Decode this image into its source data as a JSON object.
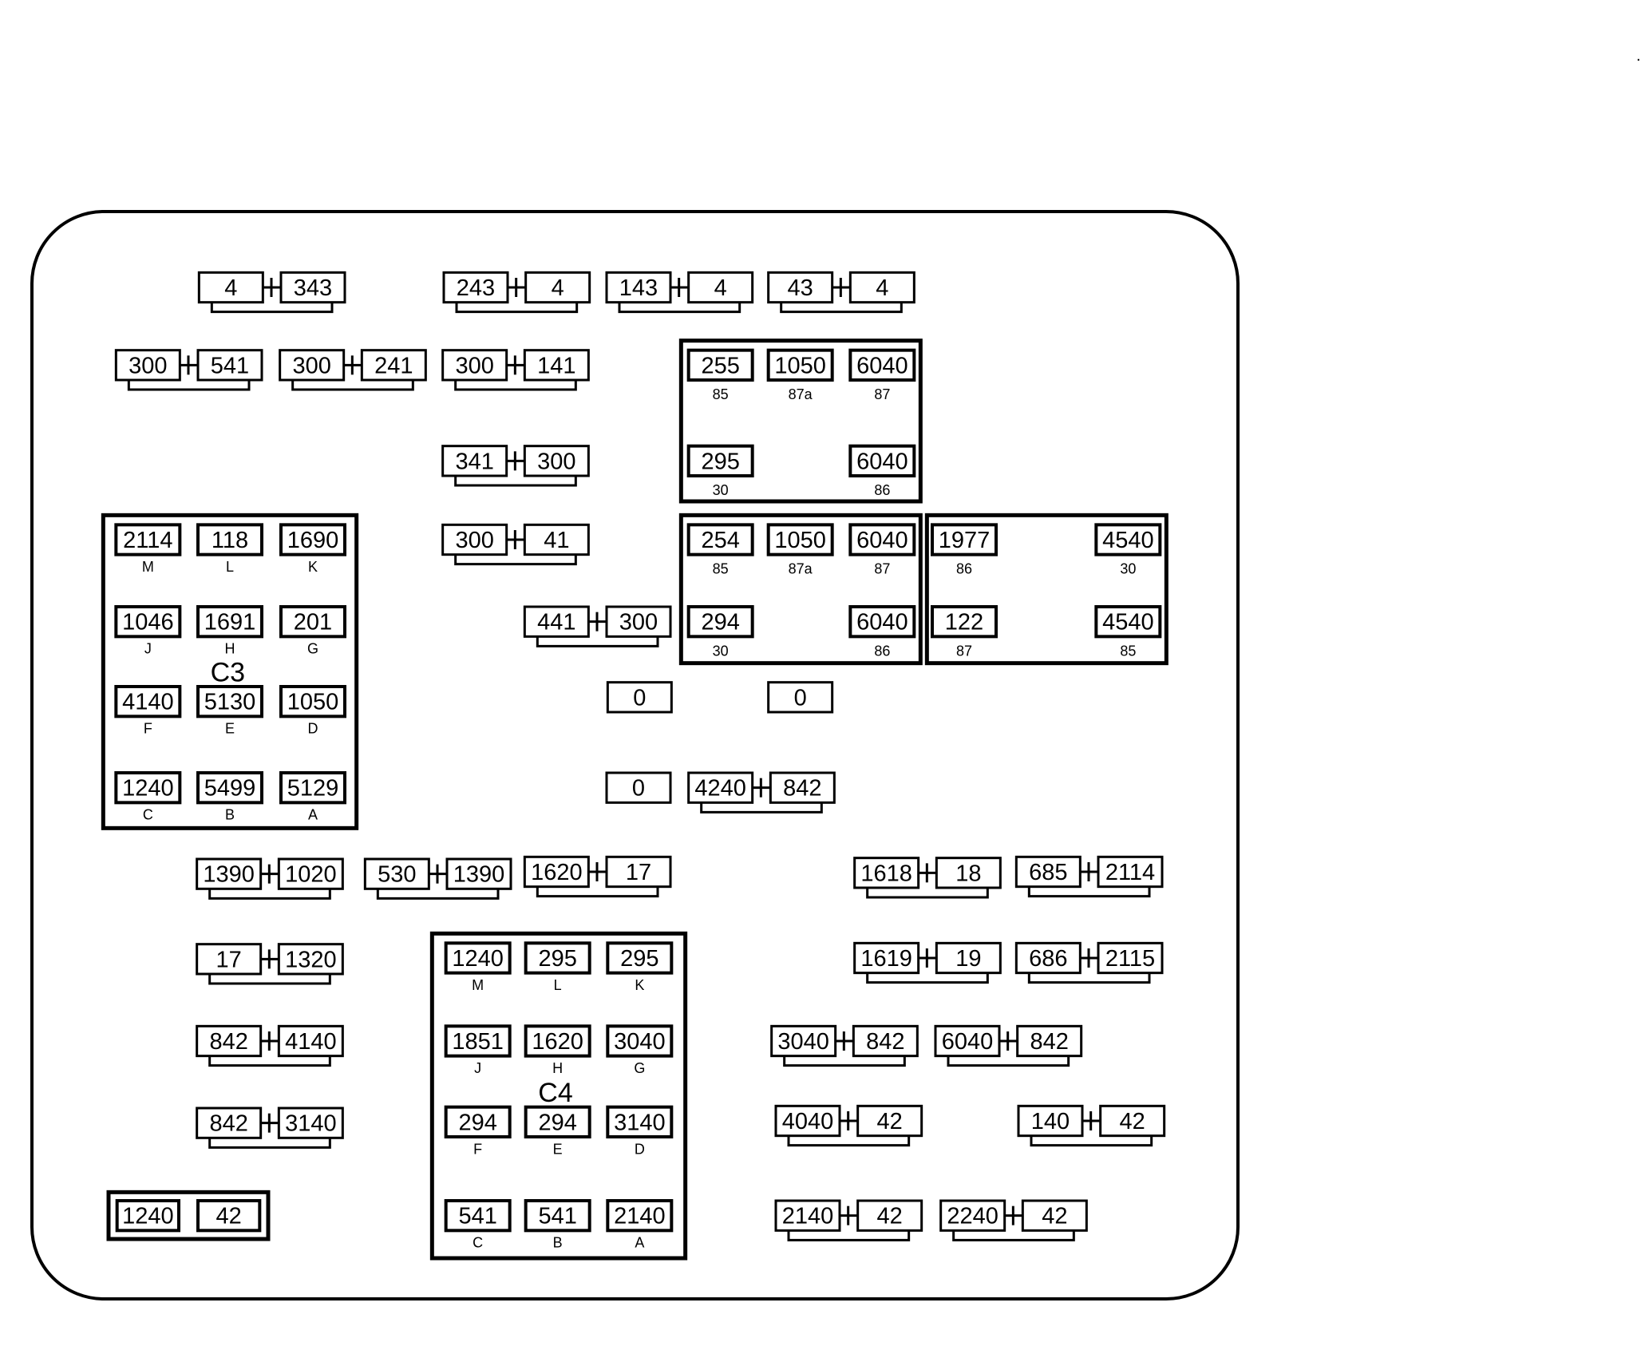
{
  "pairs": [
    [
      "4",
      "343"
    ],
    [
      "243",
      "4"
    ],
    [
      "143",
      "4"
    ],
    [
      "43",
      "4"
    ],
    [
      "300",
      "541"
    ],
    [
      "300",
      "241"
    ],
    [
      "300",
      "141"
    ],
    [
      "341",
      "300"
    ],
    [
      "300",
      "41"
    ],
    [
      "441",
      "300"
    ],
    [
      "4240",
      "842"
    ],
    [
      "1390",
      "1020"
    ],
    [
      "530",
      "1390"
    ],
    [
      "1620",
      "17"
    ],
    [
      "1618",
      "18"
    ],
    [
      "685",
      "2114"
    ],
    [
      "17",
      "1320"
    ],
    [
      "1619",
      "19"
    ],
    [
      "686",
      "2115"
    ],
    [
      "842",
      "4140"
    ],
    [
      "3040",
      "842"
    ],
    [
      "6040",
      "842"
    ],
    [
      "842",
      "3140"
    ],
    [
      "4040",
      "42"
    ],
    [
      "140",
      "42"
    ],
    [
      "2140",
      "42"
    ],
    [
      "2240",
      "42"
    ]
  ],
  "singles": [
    "0",
    "0",
    "0"
  ],
  "special_pair": [
    "1240",
    "42"
  ],
  "relays": [
    {
      "cells": [
        {
          "v": "255",
          "p": "85"
        },
        {
          "v": "1050",
          "p": "87a"
        },
        {
          "v": "6040",
          "p": "87"
        },
        {
          "v": "295",
          "p": "30"
        },
        {
          "v": "6040",
          "p": "86"
        }
      ]
    },
    {
      "cells": [
        {
          "v": "254",
          "p": "85"
        },
        {
          "v": "1050",
          "p": "87a"
        },
        {
          "v": "6040",
          "p": "87"
        },
        {
          "v": "294",
          "p": "30"
        },
        {
          "v": "6040",
          "p": "86"
        }
      ]
    },
    {
      "cells": [
        {
          "v": "1977",
          "p": "86"
        },
        {
          "v": "4540",
          "p": "30"
        },
        {
          "v": "122",
          "p": "87"
        },
        {
          "v": "4540",
          "p": "85"
        }
      ]
    }
  ],
  "connectors": [
    {
      "label": "C3",
      "rows": [
        [
          {
            "v": "2114",
            "p": "M"
          },
          {
            "v": "118",
            "p": "L"
          },
          {
            "v": "1690",
            "p": "K"
          }
        ],
        [
          {
            "v": "1046",
            "p": "J"
          },
          {
            "v": "1691",
            "p": "H"
          },
          {
            "v": "201",
            "p": "G"
          }
        ],
        [
          {
            "v": "4140",
            "p": "F"
          },
          {
            "v": "5130",
            "p": "E"
          },
          {
            "v": "1050",
            "p": "D"
          }
        ],
        [
          {
            "v": "1240",
            "p": "C"
          },
          {
            "v": "5499",
            "p": "B"
          },
          {
            "v": "5129",
            "p": "A"
          }
        ]
      ]
    },
    {
      "label": "C4",
      "rows": [
        [
          {
            "v": "1240",
            "p": "M"
          },
          {
            "v": "295",
            "p": "L"
          },
          {
            "v": "295",
            "p": "K"
          }
        ],
        [
          {
            "v": "1851",
            "p": "J"
          },
          {
            "v": "1620",
            "p": "H"
          },
          {
            "v": "3040",
            "p": "G"
          }
        ],
        [
          {
            "v": "294",
            "p": "F"
          },
          {
            "v": "294",
            "p": "E"
          },
          {
            "v": "3140",
            "p": "D"
          }
        ],
        [
          {
            "v": "541",
            "p": "C"
          },
          {
            "v": "541",
            "p": "B"
          },
          {
            "v": "2140",
            "p": "A"
          }
        ]
      ]
    }
  ],
  "corner_mark": "."
}
